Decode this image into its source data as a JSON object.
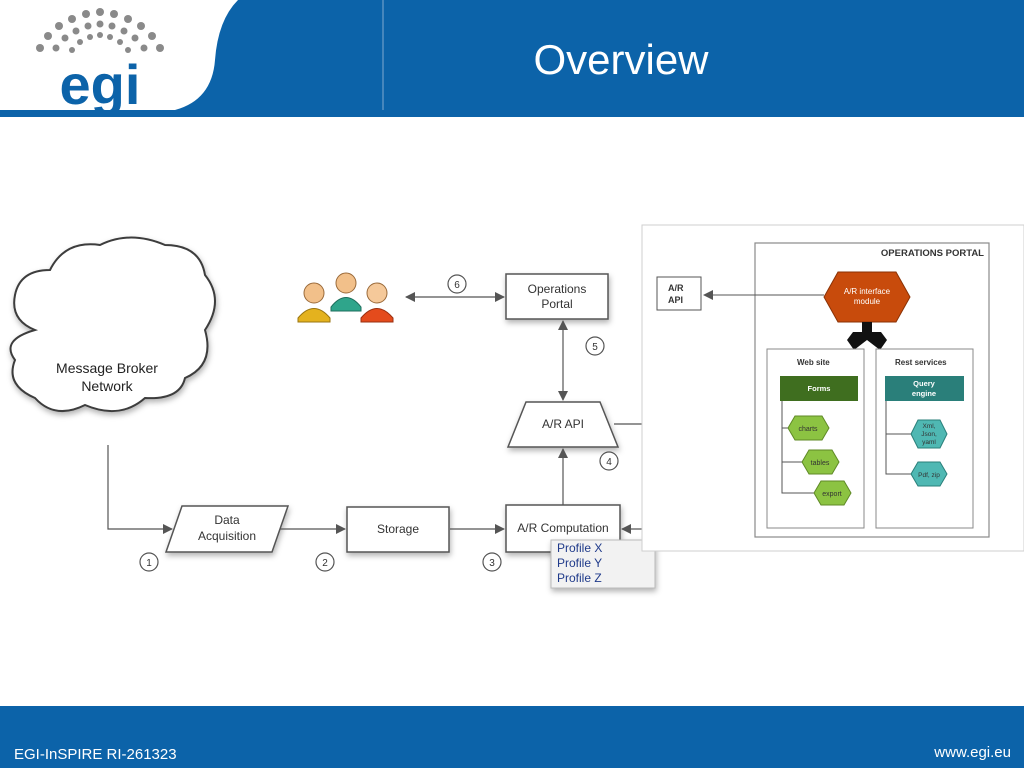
{
  "header": {
    "title": "Overview",
    "logo_text": "egi"
  },
  "footer": {
    "left_text": "EGI-InSPIRE RI-261323",
    "right_text": "www.egi.eu"
  },
  "diagram": {
    "nodes": {
      "broker_line1": "Message Broker",
      "broker_line2": "Network",
      "data_acq_line1": "Data",
      "data_acq_line2": "Acquisition",
      "storage": "Storage",
      "ar_computation": "A/R Computation",
      "ar_api": "A/R API",
      "ops_portal_line1": "Operations",
      "ops_portal_line2": "Portal"
    },
    "profiles": [
      "Profile X",
      "Profile Y",
      "Profile Z"
    ],
    "steps": [
      "1",
      "2",
      "3",
      "4",
      "5",
      "6",
      "6"
    ],
    "portal_box": {
      "title": "OPERATIONS PORTAL",
      "ar_api_line1": "A/R",
      "ar_api_line2": "API",
      "module_line1": "A/R interface",
      "module_line2": "module",
      "website_title": "Web site",
      "forms": "Forms",
      "website_items": [
        "charts",
        "tables",
        "export"
      ],
      "rest_title": "Rest services",
      "query_line1": "Query",
      "query_line2": "engine",
      "rest_items_1": [
        "Xml,",
        "Json,",
        "yaml"
      ],
      "rest_items_2": "Pdf, zip"
    },
    "colors": {
      "box_stroke": "#555555",
      "arrow": "#555555",
      "module_fill": "#c84b0c",
      "forms_fill": "#3f6e1f",
      "leaf_green": "#8cc342",
      "query_fill": "#2a7f7a",
      "leaf_teal": "#4fb8b3",
      "brand_blue": "#0c63a9"
    }
  }
}
